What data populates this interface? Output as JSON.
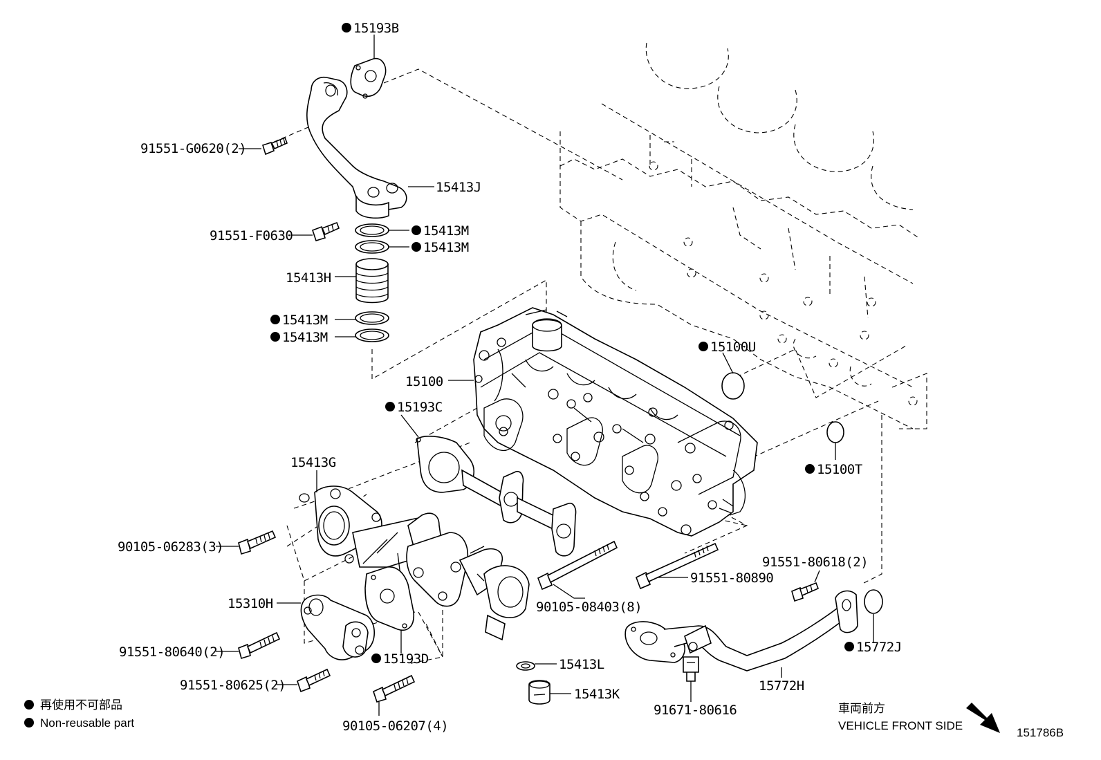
{
  "labels": {
    "c15193B": "15193B",
    "c91551_G0620": "91551-G0620(2)",
    "c15413J": "15413J",
    "c91551_F0630": "91551-F0630",
    "c15413M_1": "15413M",
    "c15413M_2": "15413M",
    "c15413H": "15413H",
    "c15413M_3": "15413M",
    "c15413M_4": "15413M",
    "c15100U": "15100U",
    "c15100": "15100",
    "c15193C": "15193C",
    "c15413G": "15413G",
    "c15100T": "15100T",
    "c90105_06283": "90105-06283(3)",
    "c91551_80618": "91551-80618(2)",
    "c91551_80890": "91551-80890",
    "c90105_08403": "90105-08403(8)",
    "c15310H": "15310H",
    "c15772J": "15772J",
    "c91551_80640": "91551-80640(2)",
    "c15193D": "15193D",
    "c15413L": "15413L",
    "c15772H": "15772H",
    "c91551_80625": "91551-80625(2)",
    "c15413K": "15413K",
    "c91671_80616": "91671-80616",
    "c90105_06207": "90105-06207(4)"
  },
  "legend": {
    "jp": "再使用不可部品",
    "en": "Non-reusable part"
  },
  "direction": {
    "jp": "車両前方",
    "en": "VEHICLE FRONT SIDE"
  },
  "diagram_id": "151786B"
}
